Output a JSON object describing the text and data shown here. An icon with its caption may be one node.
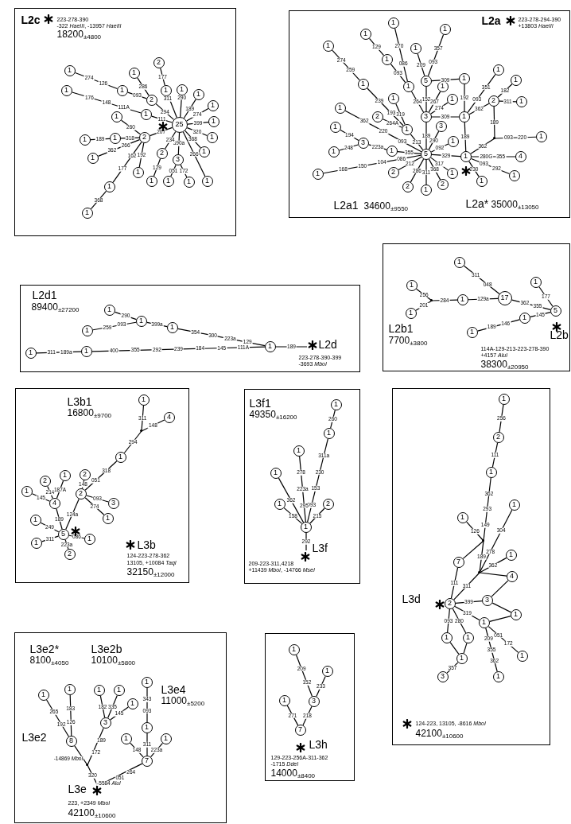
{
  "diagram": {
    "nodes": [
      {
        "text": [
          "L2c",
          "223-278-390",
          "-322 *HaeIII*, -13957 *HaeIII*",
          "18200$_{±4800}$"
        ]
      },
      {
        "text": [
          "25"
        ],
        "in": 0
      },
      {
        "text": [
          "2"
        ],
        "in": 0
      },
      {
        "text": [
          "1"
        ],
        "in": 0
      },
      {
        "text": [
          "1"
        ],
        "in": 0
      },
      {
        "text": [
          "1"
        ],
        "in": 0
      },
      {
        "text": [
          "1"
        ],
        "in": 0
      },
      {
        "text": [
          "1"
        ],
        "in": 0
      },
      {
        "text": [
          "1"
        ],
        "in": 0
      },
      {
        "text": [
          "1"
        ],
        "in": 0
      },
      {
        "text": [
          "1"
        ],
        "in": 0
      },
      {
        "text": [
          "3"
        ],
        "in": 0
      },
      {
        "text": [
          "1"
        ],
        "in": 0
      },
      {
        "text": [
          "1"
        ],
        "in": 0
      },
      {
        "text": [
          "2"
        ],
        "in": 0
      },
      {
        "text": [
          "1"
        ],
        "in": 0
      },
      {
        "text": [
          "2"
        ],
        "in": 0
      },
      {
        "text": [
          "1"
        ],
        "in": 0
      },
      {
        "text": [
          "1"
        ],
        "in": 0
      },
      {
        "text": [
          "1"
        ],
        "in": 0
      },
      {
        "text": [
          "1"
        ],
        "in": 0
      },
      {
        "text": [
          "1"
        ],
        "in": 0
      },
      {
        "text": [
          "1"
        ],
        "in": 0
      },
      {
        "text": [
          "1"
        ],
        "in": 0
      },
      {
        "text": [
          "2"
        ],
        "in": 0
      },
      {
        "text": [
          "1"
        ],
        "in": 0
      },
      {
        "text": [
          "1"
        ],
        "in": 0
      },
      {
        "text": [
          "1"
        ],
        "in": 0
      },
      {
        "text": [
          "1"
        ],
        "in": 0
      },
      {
        "text": [
          "1"
        ],
        "in": 0
      },
      {
        "text": [
          "L2a",
          "223-278-294-390",
          "+13803 *HaeIII*",
          "L2a1",
          "34600$_{±9550}$",
          "L2a*",
          "35000$_{±13050}$"
        ]
      },
      {
        "text": [
          "5"
        ],
        "in": 30
      },
      {
        "text": [
          "1"
        ],
        "in": 30
      },
      {
        "text": [
          "3"
        ],
        "in": 30
      },
      {
        "text": [
          "5"
        ],
        "in": 30
      },
      {
        "text": [
          "1"
        ],
        "in": 30
      },
      {
        "text": [
          "1"
        ],
        "in": 30
      },
      {
        "text": [
          "2"
        ],
        "in": 30
      },
      {
        "text": [
          "1"
        ],
        "in": 30
      },
      {
        "text": [
          "1"
        ],
        "in": 30
      },
      {
        "text": [
          "1"
        ],
        "in": 30
      },
      {
        "text": [],
        "shape": "point",
        "in": 30
      },
      {
        "text": [
          "1"
        ],
        "in": 30
      },
      {
        "text": [
          "4"
        ],
        "in": 30
      },
      {
        "text": [
          "1"
        ],
        "in": 30
      },
      {
        "text": [
          "1"
        ],
        "in": 30
      },
      {
        "text": [
          "1"
        ],
        "in": 30
      },
      {
        "text": [
          "2"
        ],
        "in": 30
      },
      {
        "text": [
          "1"
        ],
        "in": 30
      },
      {
        "text": [
          "2"
        ],
        "in": 30
      },
      {
        "text": [
          "2"
        ],
        "in": 30
      },
      {
        "text": [
          "1"
        ],
        "in": 30
      },
      {
        "text": [
          "1"
        ],
        "in": 30
      },
      {
        "text": [
          "3"
        ],
        "in": 30
      },
      {
        "text": [
          "1"
        ],
        "in": 30
      },
      {
        "text": [
          "1"
        ],
        "in": 30
      },
      {
        "text": [
          "1"
        ],
        "in": 30
      },
      {
        "text": [
          "2"
        ],
        "in": 30
      },
      {
        "text": [
          "1"
        ],
        "in": 30
      },
      {
        "text": [
          "1"
        ],
        "in": 30
      },
      {
        "text": [
          "1"
        ],
        "in": 30
      },
      {
        "text": [
          "1"
        ],
        "in": 30
      },
      {
        "text": [
          "1"
        ],
        "in": 30
      },
      {
        "text": [
          "1"
        ],
        "in": 30
      },
      {
        "text": [
          "1"
        ],
        "in": 30
      },
      {
        "text": [
          "1"
        ],
        "in": 30
      },
      {
        "text": [
          "1"
        ],
        "in": 30
      },
      {
        "text": [
          "1"
        ],
        "in": 30
      },
      {
        "text": [
          "1"
        ],
        "in": 30
      },
      {
        "text": [
          "1"
        ],
        "in": 30
      },
      {
        "text": [
          "3"
        ],
        "in": 30
      },
      {
        "text": [
          "1"
        ],
        "in": 30
      },
      {
        "text": [
          "L2d1",
          "89400$_{±27200}$",
          "L2d",
          "223-278-390-399",
          "-3693 *MboI*"
        ]
      },
      {
        "text": [
          "1"
        ],
        "in": 72
      },
      {
        "text": [
          "1"
        ],
        "in": 72
      },
      {
        "text": [
          "1"
        ],
        "in": 72
      },
      {
        "text": [
          "1"
        ],
        "in": 72
      },
      {
        "text": [
          "1"
        ],
        "in": 72
      },
      {
        "text": [
          "1"
        ],
        "in": 72
      },
      {
        "text": [
          "1"
        ],
        "in": 72
      },
      {
        "text": [
          "L2b1",
          "7700$_{±3800}$",
          "L2b",
          "114A-129-213-223-278-390",
          "+4157 *AluI*",
          "38300$_{±20950}$"
        ]
      },
      {
        "text": [
          "1"
        ],
        "in": 80
      },
      {
        "text": [
          "1"
        ],
        "in": 80
      },
      {
        "text": [],
        "shape": "point",
        "in": 80
      },
      {
        "text": [
          "1"
        ],
        "in": 80
      },
      {
        "text": [
          "17"
        ],
        "in": 80
      },
      {
        "text": [
          "1"
        ],
        "in": 80
      },
      {
        "text": [
          "5"
        ],
        "in": 80
      },
      {
        "text": [
          "1"
        ],
        "in": 80
      },
      {
        "text": [
          "1"
        ],
        "in": 80
      },
      {
        "text": [
          "1"
        ],
        "in": 80
      },
      {
        "text": [
          "L3b1",
          "16800$_{±9700}$",
          "L3b",
          "124-223-278-362",
          "13105, +10084 *TaqI*",
          "32150$_{±12000}$"
        ]
      },
      {
        "text": [
          "1"
        ],
        "in": 91
      },
      {
        "text": [
          "4"
        ],
        "in": 91
      },
      {
        "text": [],
        "shape": "point",
        "in": 91
      },
      {
        "text": [
          "1"
        ],
        "in": 91
      },
      {
        "text": [
          "2"
        ],
        "in": 91
      },
      {
        "text": [
          "2"
        ],
        "in": 91
      },
      {
        "text": [
          "3"
        ],
        "in": 91
      },
      {
        "text": [
          "1"
        ],
        "in": 91
      },
      {
        "text": [
          "5"
        ],
        "in": 91
      },
      {
        "text": [
          "4"
        ],
        "in": 91
      },
      {
        "text": [
          "2"
        ],
        "in": 91
      },
      {
        "text": [
          "1"
        ],
        "in": 91
      },
      {
        "text": [
          "1"
        ],
        "in": 91
      },
      {
        "text": [
          "1"
        ],
        "in": 91
      },
      {
        "text": [
          "1"
        ],
        "in": 91
      },
      {
        "text": [
          "2"
        ],
        "in": 91
      },
      {
        "text": [
          "1"
        ],
        "in": 91
      },
      {
        "text": [
          "L3f1",
          "49350$_{±16200}$",
          "L3f",
          "209-223-311,4218",
          "+11439 *MboI*, -14766 *MseI*"
        ]
      },
      {
        "text": [
          "1"
        ],
        "in": 109
      },
      {
        "text": [
          "1"
        ],
        "in": 109
      },
      {
        "text": [
          "1"
        ],
        "in": 109
      },
      {
        "text": [
          "1"
        ],
        "in": 109
      },
      {
        "text": [
          "1"
        ],
        "in": 109
      },
      {
        "text": [
          "2"
        ],
        "in": 109
      },
      {
        "text": [
          "1"
        ],
        "in": 109
      },
      {
        "text": [
          "L3d",
          "124-223, 13105, -8616 *MboI*",
          "42100$_{±10600}$"
        ]
      },
      {
        "text": [
          "1"
        ],
        "in": 117
      },
      {
        "text": [
          "2"
        ],
        "in": 117
      },
      {
        "text": [
          "1"
        ],
        "in": 117
      },
      {
        "text": [],
        "shape": "point",
        "in": 117
      },
      {
        "text": [
          "1"
        ],
        "in": 117
      },
      {
        "text": [
          "1"
        ],
        "in": 117
      },
      {
        "text": [
          "7"
        ],
        "in": 117
      },
      {
        "text": [],
        "shape": "point",
        "in": 117
      },
      {
        "text": [
          "1"
        ],
        "in": 117
      },
      {
        "text": [
          "4"
        ],
        "in": 117
      },
      {
        "text": [
          "2"
        ],
        "in": 117
      },
      {
        "text": [
          "3"
        ],
        "in": 117
      },
      {
        "text": [
          "1"
        ],
        "in": 117
      },
      {
        "text": [
          "1"
        ],
        "in": 117
      },
      {
        "text": [
          "1"
        ],
        "in": 117
      },
      {
        "text": [
          "1"
        ],
        "in": 117
      },
      {
        "text": [
          "1"
        ],
        "in": 117
      },
      {
        "text": [
          "1"
        ],
        "in": 117
      },
      {
        "text": [
          "3"
        ],
        "in": 117
      },
      {
        "text": [
          "1"
        ],
        "in": 117
      },
      {
        "text": [
          "L3e2*",
          "8100$_{±4050}$",
          "L3e2b",
          "10100$_{±5800}$",
          "L3e4",
          "11000$_{±5200}$",
          "L3e2",
          "L3e",
          "223, +2349 *MboI*",
          "42100$_{±10600}$"
        ]
      },
      {
        "text": [
          "1"
        ],
        "in": 138
      },
      {
        "text": [
          "1"
        ],
        "in": 138
      },
      {
        "text": [
          "8"
        ],
        "in": 138
      },
      {
        "text": [
          "1"
        ],
        "in": 138
      },
      {
        "text": [
          "1"
        ],
        "in": 138
      },
      {
        "text": [
          "1"
        ],
        "in": 138
      },
      {
        "text": [
          "3"
        ],
        "in": 138
      },
      {
        "text": [
          "1"
        ],
        "in": 138
      },
      {
        "text": [
          "1"
        ],
        "in": 138
      },
      {
        "text": [
          "1"
        ],
        "in": 138
      },
      {
        "text": [
          "1"
        ],
        "in": 138
      },
      {
        "text": [
          "7"
        ],
        "in": 138
      },
      {
        "text": [],
        "shape": "point",
        "in": 138
      },
      {
        "text": [],
        "shape": "point",
        "in": 138
      },
      {
        "text": [
          "L3h",
          "129-223-256A-311-362",
          "-1715 *DdeI*",
          "14000$_{±8400}$"
        ]
      },
      {
        "text": [
          "1"
        ],
        "in": 153
      },
      {
        "text": [
          "1"
        ],
        "in": 153
      },
      {
        "text": [
          "1"
        ],
        "in": 153
      },
      {
        "text": [
          "3"
        ],
        "in": 153
      },
      {
        "text": [
          "7"
        ],
        "in": 153
      }
    ],
    "edges": [
      {
        "from": 2,
        "to": 3,
        "arrow": "none",
        "label": "177"
      },
      {
        "from": 3,
        "to": 1,
        "arrow": "none",
        "label": "311"
      },
      {
        "from": 4,
        "to": 1,
        "arrow": "none",
        "label": "290"
      },
      {
        "from": 5,
        "to": 1,
        "arrow": "none",
        "label": "189"
      },
      {
        "from": 6,
        "to": 1,
        "arrow": "none",
        "label": "274"
      },
      {
        "from": 7,
        "to": 1,
        "arrow": "none",
        "label": "399"
      },
      {
        "from": 8,
        "to": 1,
        "arrow": "none",
        "label": "320"
      },
      {
        "from": 9,
        "to": 1,
        "arrow": "none",
        "label": "368"
      },
      {
        "from": 10,
        "to": 1,
        "arrow": "none",
        "label": "266"
      },
      {
        "from": 1,
        "to": 11,
        "arrow": "none",
        "label": "390a"
      },
      {
        "from": 11,
        "to": 12,
        "arrow": "none",
        "label": "051"
      },
      {
        "from": 11,
        "to": 13,
        "arrow": "none",
        "label": "172"
      },
      {
        "from": 1,
        "to": 14,
        "arrow": "none",
        "label": "234"
      },
      {
        "from": 14,
        "to": 15,
        "arrow": "none",
        "label": "129"
      },
      {
        "from": 1,
        "to": 16,
        "arrow": "none",
        "label": "207"
      },
      {
        "from": 16,
        "to": 17,
        "arrow": "none",
        "label": "318"
      },
      {
        "from": 17,
        "to": 18,
        "arrow": "none",
        "label": "189"
      },
      {
        "from": 16,
        "to": 19,
        "arrow": "none",
        "label": "260"
      },
      {
        "from": 16,
        "to": 20,
        "arrow": "none",
        "label": "266 362"
      },
      {
        "from": 16,
        "to": 21,
        "arrow": "none",
        "label": "192"
      },
      {
        "from": 16,
        "to": 22,
        "arrow": "none",
        "label": "162 177"
      },
      {
        "from": 22,
        "to": 23,
        "arrow": "none",
        "label": "368"
      },
      {
        "from": 1,
        "to": 24,
        "arrow": "none",
        "label": "294"
      },
      {
        "from": 24,
        "to": 25,
        "arrow": "none",
        "label": "286"
      },
      {
        "from": 24,
        "to": 26,
        "arrow": "none",
        "label": "093"
      },
      {
        "from": 27,
        "to": 26,
        "arrow": "none",
        "label": "274 126"
      },
      {
        "from": 1,
        "to": 28,
        "arrow": "none",
        "label": "111"
      },
      {
        "from": 29,
        "to": 28,
        "arrow": "none",
        "label": "176 148 111A"
      },
      {
        "from": 31,
        "to": 32,
        "arrow": "none",
        "label": "329"
      },
      {
        "from": 31,
        "to": 33,
        "arrow": "none",
        "label": "189"
      },
      {
        "from": 33,
        "to": 34,
        "arrow": "none",
        "label": "152"
      },
      {
        "from": 32,
        "to": 35,
        "arrow": "none",
        "label": "189"
      },
      {
        "from": 33,
        "to": 35,
        "arrow": "none",
        "label": "309"
      },
      {
        "from": 35,
        "to": 36,
        "arrow": "none",
        "label": "192"
      },
      {
        "from": 34,
        "to": 36,
        "arrow": "none",
        "label": "309"
      },
      {
        "from": 35,
        "to": 37,
        "arrow": "none",
        "label": "362"
      },
      {
        "from": 35,
        "to": 38,
        "arrow": "none",
        "label": "093 351"
      },
      {
        "from": 37,
        "to": 39,
        "arrow": "none",
        "label": "182"
      },
      {
        "from": 37,
        "to": 40,
        "arrow": "none",
        "label": "311"
      },
      {
        "from": 37,
        "to": 41,
        "arrow": "none",
        "label": "189"
      },
      {
        "from": 32,
        "to": 41,
        "arrow": "none",
        "label": "362"
      },
      {
        "from": 41,
        "to": 42,
        "arrow": "none",
        "label": "093 220"
      },
      {
        "from": 32,
        "to": 43,
        "arrow": "none",
        "label": "280G 355"
      },
      {
        "from": 32,
        "to": 44,
        "arrow": "none",
        "label": "093 292"
      },
      {
        "from": 32,
        "to": 45,
        "arrow": "none",
        "label": "230"
      },
      {
        "from": 31,
        "to": 46,
        "arrow": "none",
        "label": "317"
      },
      {
        "from": 31,
        "to": 47,
        "arrow": "none",
        "label": "368"
      },
      {
        "from": 31,
        "to": 48,
        "arrow": "none",
        "label": "311"
      },
      {
        "from": 31,
        "to": 49,
        "arrow": "none",
        "label": "286"
      },
      {
        "from": 31,
        "to": 50,
        "arrow": "none",
        "label": "212"
      },
      {
        "from": 31,
        "to": 51,
        "arrow": "none",
        "label": "086 104 150 168"
      },
      {
        "from": 31,
        "to": 52,
        "arrow": "none",
        "label": "355"
      },
      {
        "from": 53,
        "to": 52,
        "arrow": "none",
        "label": "223a"
      },
      {
        "from": 53,
        "to": 54,
        "arrow": "none",
        "label": "194"
      },
      {
        "from": 53,
        "to": 55,
        "arrow": "none",
        "label": "248"
      },
      {
        "from": 56,
        "to": 31,
        "arrow": "none",
        "label": "362 220 093"
      },
      {
        "from": 57,
        "to": 58,
        "arrow": "none",
        "label": "264A"
      },
      {
        "from": 58,
        "to": 31,
        "arrow": "none",
        "label": "213"
      },
      {
        "from": 58,
        "to": 59,
        "arrow": "none",
        "label": "319"
      },
      {
        "from": 58,
        "to": 60,
        "arrow": "none",
        "label": "193 239"
      },
      {
        "from": 60,
        "to": 61,
        "arrow": "none",
        "label": "259 274"
      },
      {
        "from": 62,
        "to": 33,
        "arrow": "none",
        "label": "264"
      },
      {
        "from": 62,
        "to": 63,
        "arrow": "none",
        "label": "093"
      },
      {
        "from": 63,
        "to": 64,
        "arrow": "none",
        "label": "129"
      },
      {
        "from": 62,
        "to": 65,
        "arrow": "none",
        "label": "086 270"
      },
      {
        "from": 34,
        "to": 66,
        "arrow": "none",
        "label": "209"
      },
      {
        "from": 34,
        "to": 67,
        "arrow": "none",
        "label": "093 357"
      },
      {
        "from": 33,
        "to": 68,
        "arrow": "none",
        "label": "267"
      },
      {
        "from": 33,
        "to": 69,
        "arrow": "none",
        "label": "274"
      },
      {
        "from": 31,
        "to": 70,
        "arrow": "none",
        "label": "290"
      },
      {
        "from": 31,
        "to": 71,
        "arrow": "none",
        "label": "092"
      },
      {
        "from": 73,
        "to": 74,
        "arrow": "none",
        "label": "311 189a"
      },
      {
        "from": 74,
        "to": 75,
        "arrow": "none",
        "label": "400 355 292 239 184 145 111A"
      },
      {
        "from": 76,
        "to": 77,
        "arrow": "none",
        "label": "259 093"
      },
      {
        "from": 78,
        "to": 77,
        "arrow": "none",
        "label": "290"
      },
      {
        "from": 77,
        "to": 79,
        "arrow": "none",
        "label": "399a"
      },
      {
        "from": 79,
        "to": 75,
        "arrow": "none",
        "label": "354 300 223a 129"
      },
      {
        "from": 75,
        "to": null,
        "arrow": "none",
        "label": "189"
      },
      {
        "from": 81,
        "to": 83,
        "arrow": "none",
        "label": "256"
      },
      {
        "from": 82,
        "to": 83,
        "arrow": "none",
        "label": "201"
      },
      {
        "from": 83,
        "to": 84,
        "arrow": "none",
        "label": "284"
      },
      {
        "from": 84,
        "to": 85,
        "arrow": "none",
        "label": "129a"
      },
      {
        "from": 86,
        "to": 85,
        "arrow": "none",
        "label": "311 048"
      },
      {
        "from": 85,
        "to": 87,
        "arrow": "none",
        "label": "362 355"
      },
      {
        "from": 88,
        "to": 87,
        "arrow": "none",
        "label": "177"
      },
      {
        "from": 89,
        "to": 87,
        "arrow": "none",
        "label": "145"
      },
      {
        "from": 90,
        "to": 89,
        "arrow": "none",
        "label": "189 146"
      },
      {
        "from": 92,
        "to": 94,
        "arrow": "none",
        "label": "311"
      },
      {
        "from": 93,
        "to": 94,
        "arrow": "none",
        "label": "148"
      },
      {
        "from": 94,
        "to": 95,
        "arrow": "none",
        "label": "294"
      },
      {
        "from": 95,
        "to": 96,
        "arrow": "none",
        "label": "318 051"
      },
      {
        "from": 97,
        "to": 96,
        "arrow": "none",
        "label": "148"
      },
      {
        "from": 96,
        "to": 98,
        "arrow": "none",
        "label": "093"
      },
      {
        "from": 96,
        "to": 99,
        "arrow": "none",
        "label": "274"
      },
      {
        "from": 96,
        "to": 100,
        "arrow": "none",
        "label": "124a"
      },
      {
        "from": 101,
        "to": 100,
        "arrow": "none",
        "label": "189"
      },
      {
        "from": 102,
        "to": 101,
        "arrow": "none",
        "label": "214"
      },
      {
        "from": 103,
        "to": 101,
        "arrow": "none",
        "label": "187A"
      },
      {
        "from": 104,
        "to": 101,
        "arrow": "none",
        "label": "145"
      },
      {
        "from": 105,
        "to": 100,
        "arrow": "none",
        "label": "249"
      },
      {
        "from": 106,
        "to": 100,
        "arrow": "none",
        "label": "311"
      },
      {
        "from": 100,
        "to": 107,
        "arrow": "none",
        "label": "223a"
      },
      {
        "from": 100,
        "to": 108,
        "arrow": "none",
        "label": "086"
      },
      {
        "from": 110,
        "to": 111,
        "arrow": "none",
        "label": "260"
      },
      {
        "from": 116,
        "to": 111,
        "arrow": "none",
        "label": "093 153 230 311a"
      },
      {
        "from": 116,
        "to": 112,
        "arrow": "none",
        "label": "295 223a 278"
      },
      {
        "from": 113,
        "to": 116,
        "arrow": "none",
        "label": "362"
      },
      {
        "from": 114,
        "to": 116,
        "arrow": "none",
        "label": "158"
      },
      {
        "from": 116,
        "to": 115,
        "arrow": "none",
        "label": "215"
      },
      {
        "from": 116,
        "to": null,
        "arrow": "none",
        "label": "292"
      },
      {
        "from": 118,
        "to": 119,
        "arrow": "none",
        "label": "256"
      },
      {
        "from": 119,
        "to": 120,
        "arrow": "none",
        "label": "111"
      },
      {
        "from": 120,
        "to": 121,
        "arrow": "none",
        "label": "362 293 149"
      },
      {
        "from": 122,
        "to": 121,
        "arrow": "none",
        "label": "126"
      },
      {
        "from": 124,
        "to": 121,
        "arrow": "none"
      },
      {
        "from": 121,
        "to": 125,
        "arrow": "none",
        "label": "189"
      },
      {
        "from": 123,
        "to": 125,
        "arrow": "none",
        "label": "304 278"
      },
      {
        "from": 126,
        "to": 125,
        "arrow": "none",
        "label": "362"
      },
      {
        "from": 127,
        "to": 125,
        "arrow": "none"
      },
      {
        "from": 125,
        "to": 128,
        "arrow": "none",
        "label": "311"
      },
      {
        "from": 124,
        "to": 128,
        "arrow": "none",
        "label": "111"
      },
      {
        "from": 128,
        "to": 129,
        "arrow": "none",
        "label": "399"
      },
      {
        "from": 129,
        "to": 127,
        "arrow": "none"
      },
      {
        "from": 129,
        "to": 130,
        "arrow": "none"
      },
      {
        "from": 128,
        "to": 131,
        "arrow": "none",
        "label": "319"
      },
      {
        "from": 131,
        "to": 130,
        "arrow": "none"
      },
      {
        "from": 131,
        "to": 135,
        "arrow": "none",
        "label": "051 172"
      },
      {
        "from": 131,
        "to": 137,
        "arrow": "none",
        "label": "209 355 362"
      },
      {
        "from": 128,
        "to": 132,
        "arrow": "none",
        "label": "093"
      },
      {
        "from": 128,
        "to": 133,
        "arrow": "none",
        "label": "280"
      },
      {
        "from": 132,
        "to": 134,
        "arrow": "none"
      },
      {
        "from": 133,
        "to": 134,
        "arrow": "none"
      },
      {
        "from": 134,
        "to": 136,
        "arrow": "none",
        "label": "357"
      },
      {
        "from": 139,
        "to": 141,
        "arrow": "none",
        "label": "265 192"
      },
      {
        "from": 140,
        "to": 141,
        "arrow": "none",
        "label": "183 126"
      },
      {
        "from": 142,
        "to": 145,
        "arrow": "none",
        "label": "182"
      },
      {
        "from": 143,
        "to": 145,
        "arrow": "none",
        "label": "335"
      },
      {
        "from": 144,
        "to": 145,
        "arrow": "none",
        "label": "145"
      },
      {
        "from": 145,
        "to": 151,
        "arrow": "none",
        "label": "189 172"
      },
      {
        "from": 141,
        "to": 151,
        "arrow": "none",
        "label": "-14869 *MboI*"
      },
      {
        "from": 151,
        "to": 152,
        "arrow": "none",
        "label": "320"
      },
      {
        "from": 146,
        "to": 147,
        "arrow": "none",
        "label": "343 093"
      },
      {
        "from": 147,
        "to": 150,
        "arrow": "none",
        "label": "311"
      },
      {
        "from": 148,
        "to": 150,
        "arrow": "none",
        "label": "148"
      },
      {
        "from": 149,
        "to": 150,
        "arrow": "none",
        "label": "223a"
      },
      {
        "from": 150,
        "to": 152,
        "arrow": "none",
        "label": "264 051 -5584 *AluI*"
      },
      {
        "from": 154,
        "to": 157,
        "arrow": "none",
        "label": "209 152"
      },
      {
        "from": 155,
        "to": 157,
        "arrow": "none",
        "label": "233"
      },
      {
        "from": 157,
        "to": 158,
        "arrow": "none",
        "label": "218"
      },
      {
        "from": 156,
        "to": 158,
        "arrow": "none",
        "label": "271"
      }
    ]
  }
}
